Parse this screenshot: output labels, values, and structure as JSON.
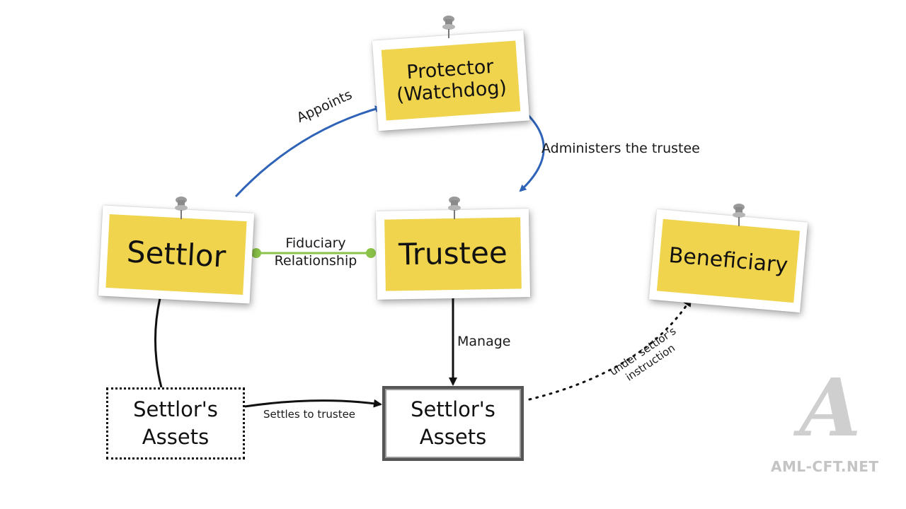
{
  "nodes": {
    "protector": "Protector\n(Watchdog)",
    "settlor": "Settlor",
    "trustee": "Trustee",
    "beneficiary": "Beneficiary",
    "settlor_assets_left_line1": "Settlor's",
    "settlor_assets_left_line2": "Assets",
    "settlor_assets_right_line1": "Settlor's",
    "settlor_assets_right_line2": "Assets"
  },
  "edges": {
    "appoints": "Appoints",
    "administers": "Administers the trustee",
    "fiduciary_line1": "Fiduciary",
    "fiduciary_line2": "Relationship",
    "manage": "Manage",
    "settles": "Settles to trustee",
    "instruction_line1": "under settlor's",
    "instruction_line2": "instruction"
  },
  "watermark": {
    "letter": "A",
    "text": "AML-CFT.NET"
  },
  "colors": {
    "note_yellow": "#f0d44d",
    "arrow_blue": "#2e63b8",
    "relation_green": "#8bc34a",
    "arrow_black": "#111111",
    "watermark_gray": "#c8c8c8"
  }
}
